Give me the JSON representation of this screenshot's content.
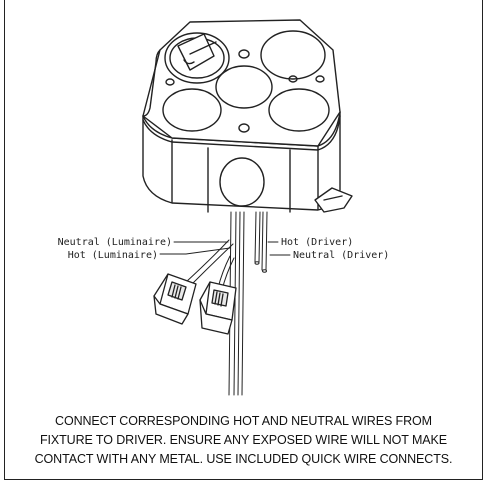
{
  "labels": {
    "neutral_luminaire": "Neutral (Luminaire)",
    "hot_luminaire": "Hot (Luminaire)",
    "hot_driver": "Hot (Driver)",
    "neutral_driver": "Neutral (Driver)"
  },
  "caption": [
    "CONNECT CORRESPONDING HOT AND NEUTRAL WIRES FROM",
    "FIXTURE TO DRIVER. ENSURE ANY EXPOSED WIRE WILL NOT MAKE",
    "CONTACT WITH ANY METAL. USE INCLUDED QUICK WIRE CONNECTS."
  ],
  "colors": {
    "line": "#222222",
    "fill_light": "#ffffff",
    "fill_shade": "#e9e9e9"
  }
}
